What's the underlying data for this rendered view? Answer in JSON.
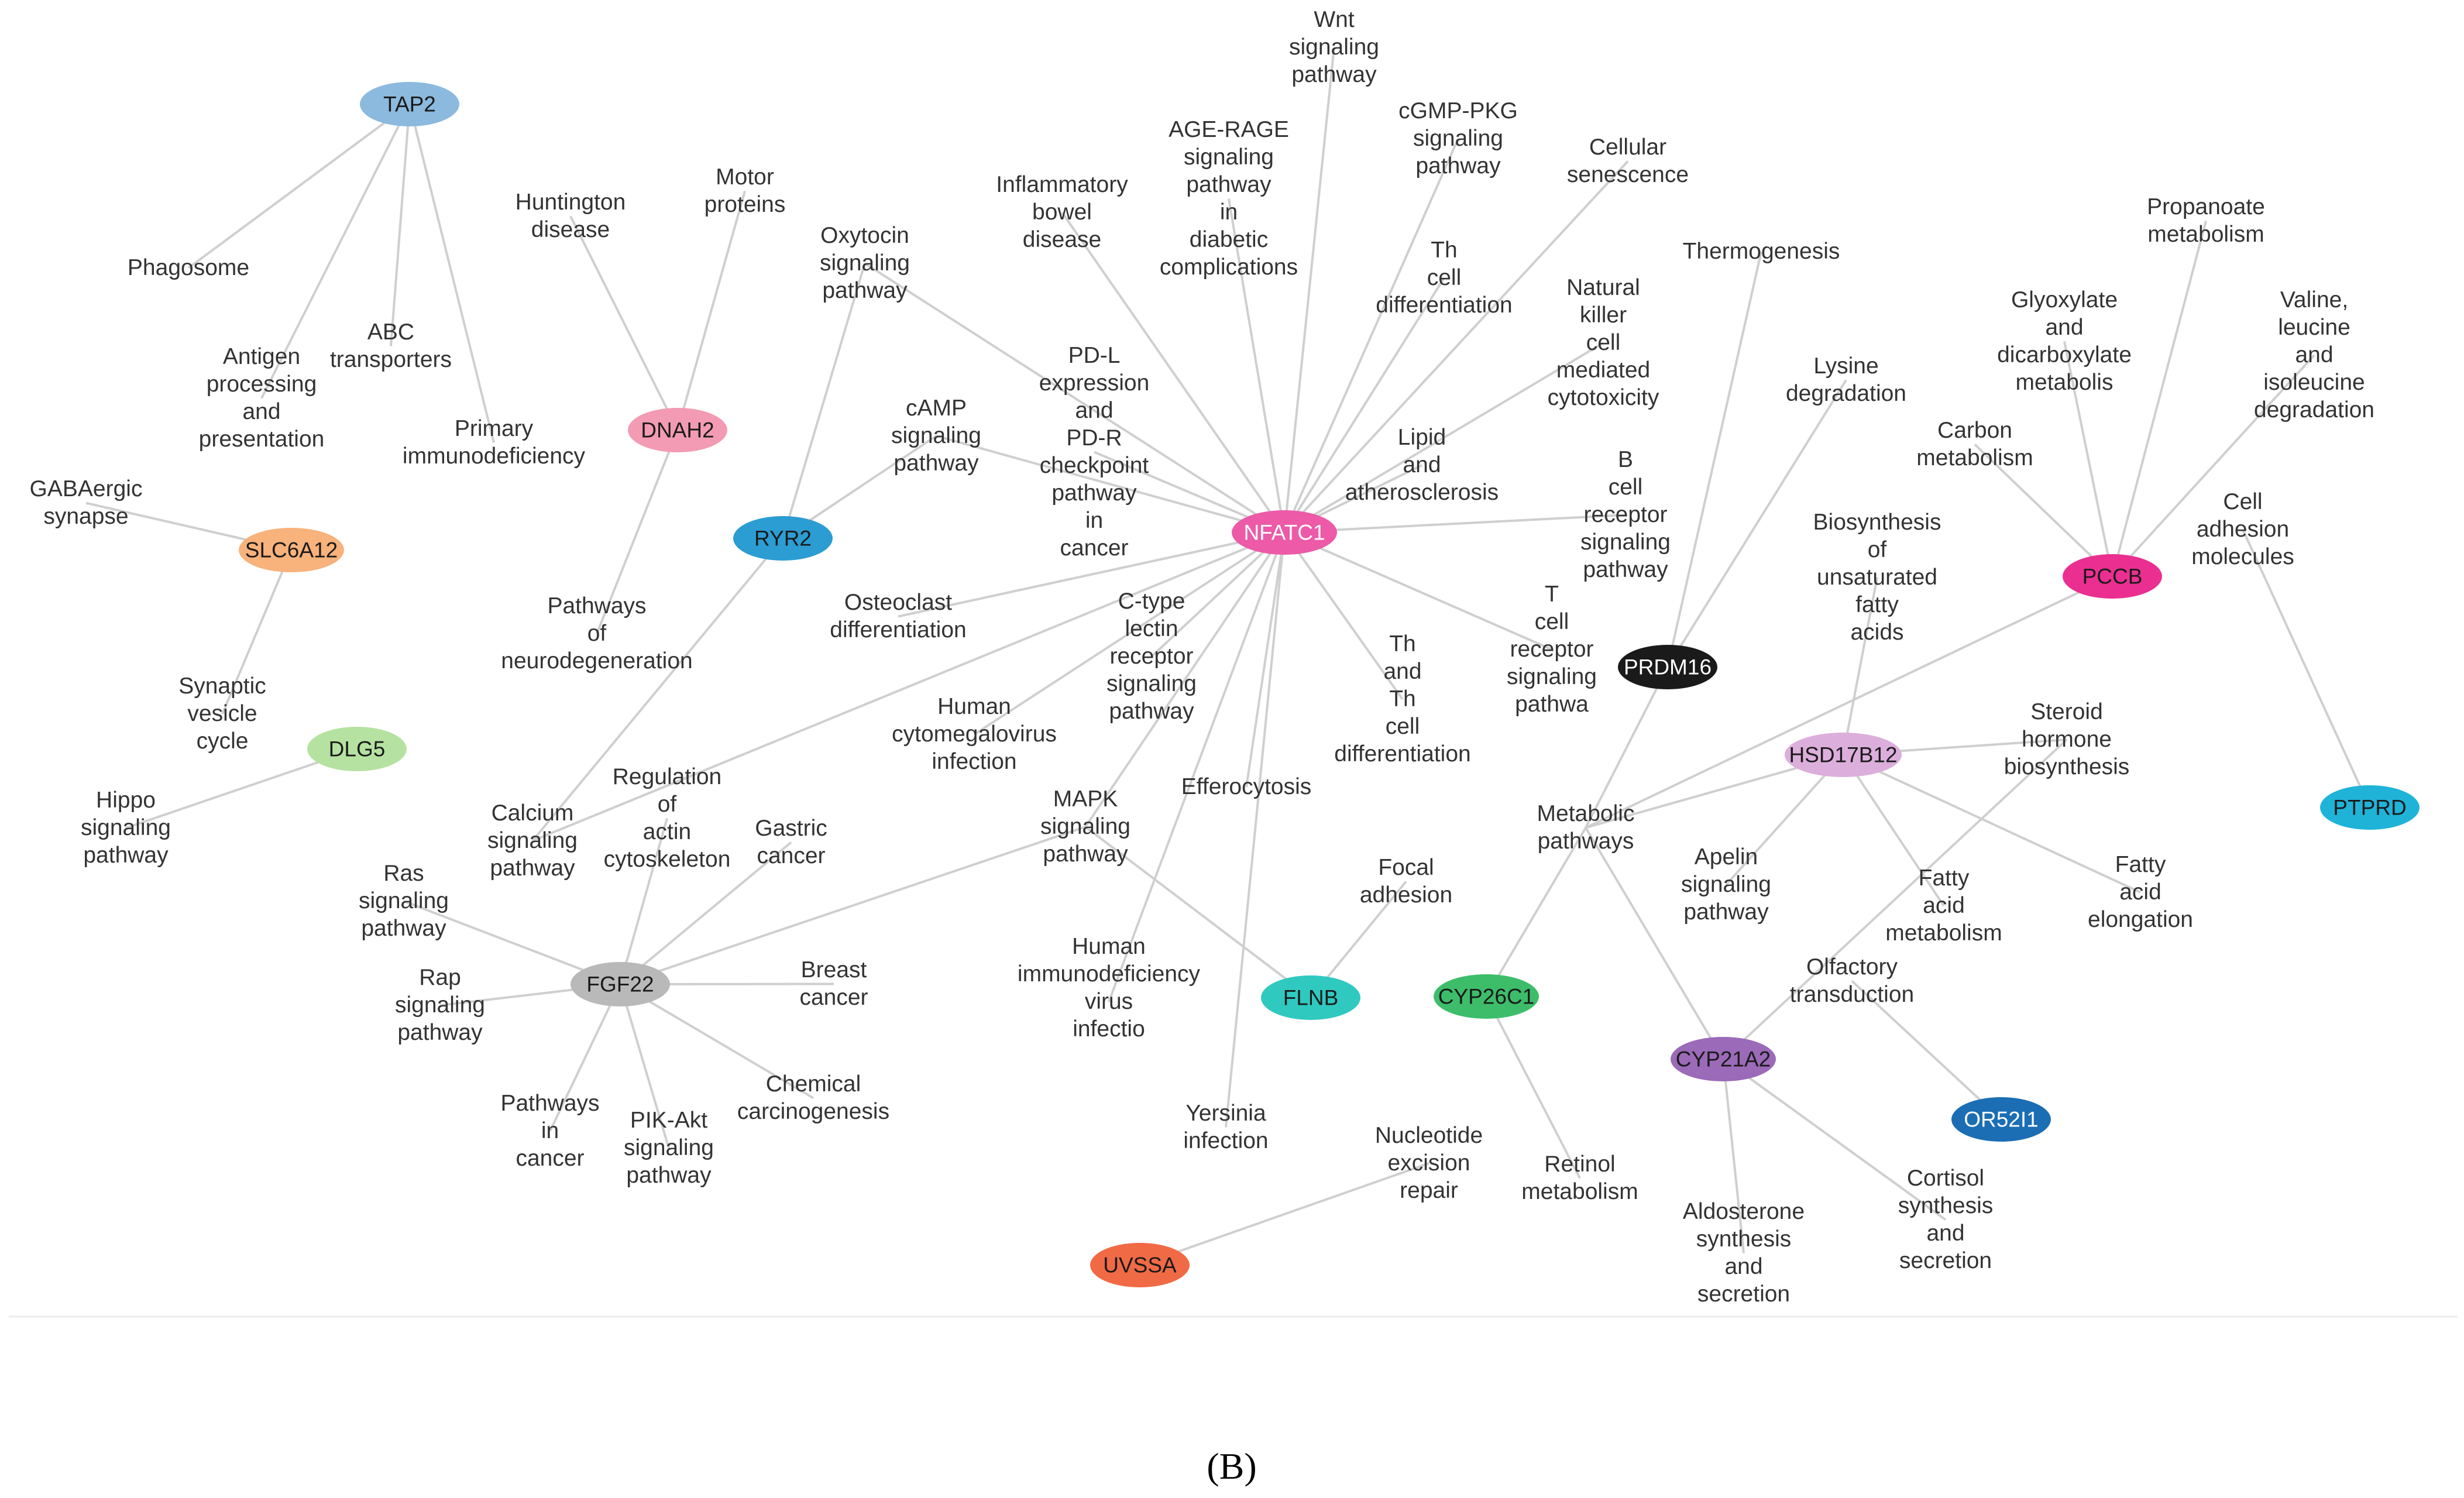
{
  "caption": "(B)",
  "genes": [
    {
      "id": "TAP2",
      "label": "TAP2",
      "color": "#8cb9de",
      "text_color": "#1a1a1a"
    },
    {
      "id": "DNAH2",
      "label": "DNAH2",
      "color": "#f39bb4",
      "text_color": "#1a1a1a"
    },
    {
      "id": "SLC6A12",
      "label": "SLC6A12",
      "color": "#f8b27b",
      "text_color": "#1a1a1a"
    },
    {
      "id": "RYR2",
      "label": "RYR2",
      "color": "#2b9dd2",
      "text_color": "#1a1a1a"
    },
    {
      "id": "DLG5",
      "label": "DLG5",
      "color": "#b6e2a1",
      "text_color": "#1a1a1a"
    },
    {
      "id": "FGF22",
      "label": "FGF22",
      "color": "#b9b9b9",
      "text_color": "#1a1a1a"
    },
    {
      "id": "NFATC1",
      "label": "NFATC1",
      "color": "#ec5aa8",
      "text_color": "#ffffff"
    },
    {
      "id": "FLNB",
      "label": "FLNB",
      "color": "#2fc9c0",
      "text_color": "#1a1a1a"
    },
    {
      "id": "UVSSA",
      "label": "UVSSA",
      "color": "#f06a45",
      "text_color": "#1a1a1a"
    },
    {
      "id": "PRDM16",
      "label": "PRDM16",
      "color": "#1a1a1a",
      "text_color": "#ffffff"
    },
    {
      "id": "CYP26C1",
      "label": "CYP26C1",
      "color": "#3dbd6a",
      "text_color": "#1a1a1a"
    },
    {
      "id": "CYP21A2",
      "label": "CYP21A2",
      "color": "#9b6ab8",
      "text_color": "#1a1a1a"
    },
    {
      "id": "HSD17B12",
      "label": "HSD17B12",
      "color": "#dcaedb",
      "text_color": "#1a1a1a"
    },
    {
      "id": "PCCB",
      "label": "PCCB",
      "color": "#ea2f91",
      "text_color": "#1a1a1a"
    },
    {
      "id": "PTPRD",
      "label": "PTPRD",
      "color": "#1fb3d8",
      "text_color": "#1a1a1a"
    },
    {
      "id": "OR52I1",
      "label": "OR52I1",
      "color": "#1b6eb4",
      "text_color": "#ffffff"
    }
  ],
  "terms": [
    {
      "id": "phagosome",
      "lines": [
        "Phagosome"
      ]
    },
    {
      "id": "antigen",
      "lines": [
        "Antigen",
        "processing",
        "and",
        "presentation"
      ]
    },
    {
      "id": "abc",
      "lines": [
        "ABC",
        "transporters"
      ]
    },
    {
      "id": "primary_immuno",
      "lines": [
        "Primary",
        "immunodeficiency"
      ]
    },
    {
      "id": "huntington",
      "lines": [
        "Huntington",
        "disease"
      ]
    },
    {
      "id": "motor",
      "lines": [
        "Motor",
        "proteins"
      ]
    },
    {
      "id": "neurodegen",
      "lines": [
        "Pathways",
        "of",
        "neurodegeneration"
      ]
    },
    {
      "id": "gabaergic",
      "lines": [
        "GABAergic",
        "synapse"
      ]
    },
    {
      "id": "synaptic",
      "lines": [
        "Synaptic",
        "vesicle",
        "cycle"
      ]
    },
    {
      "id": "hippo",
      "lines": [
        "Hippo",
        "signaling",
        "pathway"
      ]
    },
    {
      "id": "oxytocin",
      "lines": [
        "Oxytocin",
        "signaling",
        "pathway"
      ]
    },
    {
      "id": "camp",
      "lines": [
        "cAMP",
        "signaling",
        "pathway"
      ]
    },
    {
      "id": "calcium",
      "lines": [
        "Calcium",
        "signaling",
        "pathway"
      ]
    },
    {
      "id": "regulation_actin",
      "lines": [
        "Regulation",
        "of",
        "actin",
        "cytoskeleton"
      ]
    },
    {
      "id": "gastric",
      "lines": [
        "Gastric",
        "cancer"
      ]
    },
    {
      "id": "ras",
      "lines": [
        "Ras",
        "signaling",
        "pathway"
      ]
    },
    {
      "id": "rap",
      "lines": [
        "Rap",
        "signaling",
        "pathway"
      ]
    },
    {
      "id": "pathways_cancer",
      "lines": [
        "Pathways",
        "in",
        "cancer"
      ]
    },
    {
      "id": "pik_akt",
      "lines": [
        "PIK-Akt",
        "signaling",
        "pathway"
      ]
    },
    {
      "id": "chemical",
      "lines": [
        "Chemical",
        "carcinogenesis"
      ]
    },
    {
      "id": "breast",
      "lines": [
        "Breast",
        "cancer"
      ]
    },
    {
      "id": "mapk",
      "lines": [
        "MAPK",
        "signaling",
        "pathway"
      ]
    },
    {
      "id": "wnt",
      "lines": [
        "Wnt",
        "signaling",
        "pathway"
      ]
    },
    {
      "id": "age_rage",
      "lines": [
        "AGE-RAGE",
        "signaling",
        "pathway",
        "in",
        "diabetic",
        "complications"
      ]
    },
    {
      "id": "cgmp",
      "lines": [
        "cGMP-PKG",
        "signaling",
        "pathway"
      ]
    },
    {
      "id": "senescence",
      "lines": [
        "Cellular",
        "senescence"
      ]
    },
    {
      "id": "ibd",
      "lines": [
        "Inflammatory",
        "bowel",
        "disease"
      ]
    },
    {
      "id": "pdl",
      "lines": [
        "PD-L",
        "expression",
        "and",
        "PD-R",
        "checkpoint",
        "pathway",
        "in",
        "cancer"
      ]
    },
    {
      "id": "th_diff",
      "lines": [
        "Th",
        "cell",
        "differentiation"
      ]
    },
    {
      "id": "nk",
      "lines": [
        "Natural",
        "killer",
        "cell",
        "mediated",
        "cytotoxicity"
      ]
    },
    {
      "id": "lipid",
      "lines": [
        "Lipid",
        "and",
        "atherosclerosis"
      ]
    },
    {
      "id": "bcell",
      "lines": [
        "B",
        "cell",
        "receptor",
        "signaling",
        "pathway"
      ]
    },
    {
      "id": "tcell",
      "lines": [
        "T",
        "cell",
        "receptor",
        "signaling",
        "pathwa"
      ]
    },
    {
      "id": "th_th",
      "lines": [
        "Th",
        "and",
        "Th",
        "cell",
        "differentiation"
      ]
    },
    {
      "id": "osteoclast",
      "lines": [
        "Osteoclast",
        "differentiation"
      ]
    },
    {
      "id": "ctype",
      "lines": [
        "C-type",
        "lectin",
        "receptor",
        "signaling",
        "pathway"
      ]
    },
    {
      "id": "cmv",
      "lines": [
        "Human",
        "cytomegalovirus",
        "infection"
      ]
    },
    {
      "id": "efferocytosis",
      "lines": [
        "Efferocytosis"
      ]
    },
    {
      "id": "hiv",
      "lines": [
        "Human",
        "immunodeficiency",
        "virus",
        "",
        "infectio"
      ]
    },
    {
      "id": "yersinia",
      "lines": [
        "Yersinia",
        "infection"
      ]
    },
    {
      "id": "focal",
      "lines": [
        "Focal",
        "adhesion"
      ]
    },
    {
      "id": "ner",
      "lines": [
        "Nucleotide",
        "excision",
        "repair"
      ]
    },
    {
      "id": "thermogenesis",
      "lines": [
        "Thermogenesis"
      ]
    },
    {
      "id": "lysine",
      "lines": [
        "Lysine",
        "degradation"
      ]
    },
    {
      "id": "metabolic",
      "lines": [
        "Metabolic",
        "pathways"
      ]
    },
    {
      "id": "retinol",
      "lines": [
        "Retinol",
        "metabolism"
      ]
    },
    {
      "id": "apelin",
      "lines": [
        "Apelin",
        "signaling",
        "pathway"
      ]
    },
    {
      "id": "aldosterone",
      "lines": [
        "Aldosterone",
        "synthesis",
        "and",
        "secretion"
      ]
    },
    {
      "id": "cortisol",
      "lines": [
        "Cortisol",
        "synthesis",
        "and",
        "secretion"
      ]
    },
    {
      "id": "olfactory",
      "lines": [
        "Olfactory",
        "transduction"
      ]
    },
    {
      "id": "unsat_fatty",
      "lines": [
        "Biosynthesis",
        "of",
        "unsaturated",
        "fatty",
        "acids"
      ]
    },
    {
      "id": "steroid",
      "lines": [
        "Steroid",
        "hormone",
        "biosynthesis"
      ]
    },
    {
      "id": "fatty_metab",
      "lines": [
        "Fatty",
        "acid",
        "metabolism"
      ]
    },
    {
      "id": "fatty_elong",
      "lines": [
        "Fatty",
        "acid",
        "elongation"
      ]
    },
    {
      "id": "propanoate",
      "lines": [
        "Propanoate",
        "metabolism"
      ]
    },
    {
      "id": "glyoxylate",
      "lines": [
        "Glyoxylate",
        "and",
        "dicarboxylate",
        "metabolis"
      ]
    },
    {
      "id": "valine",
      "lines": [
        "Valine,",
        "leucine",
        "and",
        "isoleucine",
        "degradation"
      ]
    },
    {
      "id": "carbon",
      "lines": [
        "Carbon",
        "metabolism"
      ]
    },
    {
      "id": "cam",
      "lines": [
        "Cell",
        "adhesion",
        "molecules"
      ]
    }
  ],
  "edges": [
    [
      "TAP2",
      "phagosome"
    ],
    [
      "TAP2",
      "antigen"
    ],
    [
      "TAP2",
      "abc"
    ],
    [
      "TAP2",
      "primary_immuno"
    ],
    [
      "DNAH2",
      "huntington"
    ],
    [
      "DNAH2",
      "motor"
    ],
    [
      "DNAH2",
      "neurodegen"
    ],
    [
      "SLC6A12",
      "gabaergic"
    ],
    [
      "SLC6A12",
      "synaptic"
    ],
    [
      "DLG5",
      "hippo"
    ],
    [
      "RYR2",
      "oxytocin"
    ],
    [
      "RYR2",
      "camp"
    ],
    [
      "RYR2",
      "calcium"
    ],
    [
      "FGF22",
      "regulation_actin"
    ],
    [
      "FGF22",
      "gastric"
    ],
    [
      "FGF22",
      "ras"
    ],
    [
      "FGF22",
      "rap"
    ],
    [
      "FGF22",
      "pathways_cancer"
    ],
    [
      "FGF22",
      "pik_akt"
    ],
    [
      "FGF22",
      "chemical"
    ],
    [
      "FGF22",
      "breast"
    ],
    [
      "FGF22",
      "mapk"
    ],
    [
      "NFATC1",
      "wnt"
    ],
    [
      "NFATC1",
      "age_rage"
    ],
    [
      "NFATC1",
      "cgmp"
    ],
    [
      "NFATC1",
      "senescence"
    ],
    [
      "NFATC1",
      "ibd"
    ],
    [
      "NFATC1",
      "pdl"
    ],
    [
      "NFATC1",
      "th_diff"
    ],
    [
      "NFATC1",
      "nk"
    ],
    [
      "NFATC1",
      "lipid"
    ],
    [
      "NFATC1",
      "bcell"
    ],
    [
      "NFATC1",
      "tcell"
    ],
    [
      "NFATC1",
      "th_th"
    ],
    [
      "NFATC1",
      "osteoclast"
    ],
    [
      "NFATC1",
      "ctype"
    ],
    [
      "NFATC1",
      "cmv"
    ],
    [
      "NFATC1",
      "efferocytosis"
    ],
    [
      "NFATC1",
      "hiv"
    ],
    [
      "NFATC1",
      "yersinia"
    ],
    [
      "NFATC1",
      "mapk"
    ],
    [
      "NFATC1",
      "oxytocin"
    ],
    [
      "NFATC1",
      "camp"
    ],
    [
      "NFATC1",
      "calcium"
    ],
    [
      "FLNB",
      "focal"
    ],
    [
      "FLNB",
      "mapk"
    ],
    [
      "UVSSA",
      "ner"
    ],
    [
      "PRDM16",
      "thermogenesis"
    ],
    [
      "PRDM16",
      "lysine"
    ],
    [
      "PRDM16",
      "metabolic"
    ],
    [
      "CYP26C1",
      "metabolic"
    ],
    [
      "CYP26C1",
      "retinol"
    ],
    [
      "CYP21A2",
      "metabolic"
    ],
    [
      "CYP21A2",
      "aldosterone"
    ],
    [
      "CYP21A2",
      "cortisol"
    ],
    [
      "CYP21A2",
      "steroid"
    ],
    [
      "HSD17B12",
      "metabolic"
    ],
    [
      "HSD17B12",
      "unsat_fatty"
    ],
    [
      "HSD17B12",
      "steroid"
    ],
    [
      "HSD17B12",
      "fatty_metab"
    ],
    [
      "HSD17B12",
      "fatty_elong"
    ],
    [
      "HSD17B12",
      "apelin"
    ],
    [
      "PCCB",
      "metabolic"
    ],
    [
      "PCCB",
      "propanoate"
    ],
    [
      "PCCB",
      "glyoxylate"
    ],
    [
      "PCCB",
      "valine"
    ],
    [
      "PCCB",
      "carbon"
    ],
    [
      "PTPRD",
      "cam"
    ],
    [
      "OR52I1",
      "olfactory"
    ]
  ]
}
